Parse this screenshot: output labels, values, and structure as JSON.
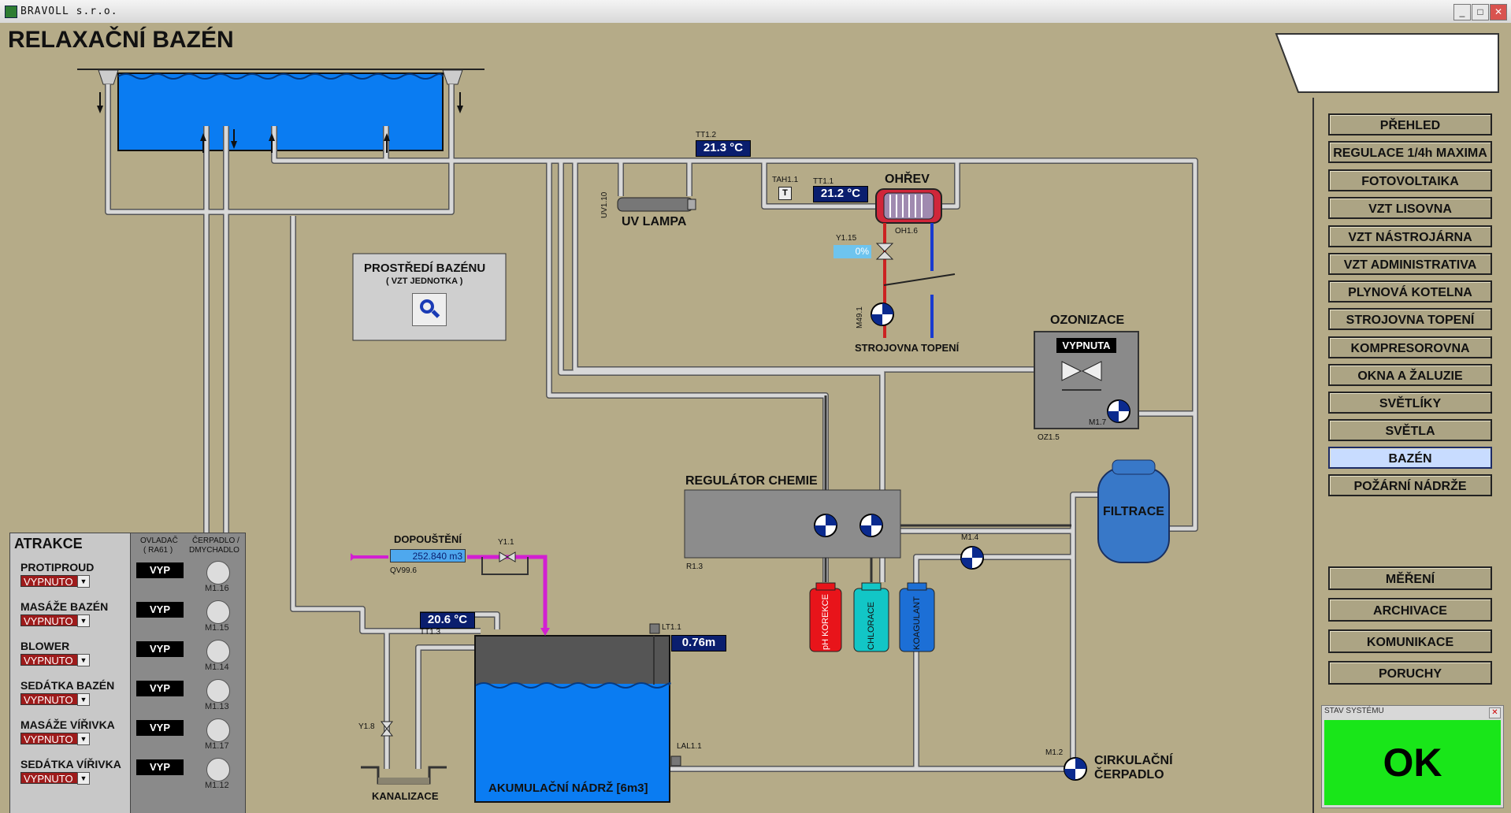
{
  "window": {
    "title": "BRAVOLL s.r.o.",
    "min": "_",
    "max": "□",
    "close": "✕"
  },
  "page_title": "RELAXAČNÍ BAZÉN",
  "nav": {
    "items": [
      {
        "label": "PŘEHLED"
      },
      {
        "label": "REGULACE 1/4h MAXIMA"
      },
      {
        "label": "FOTOVOLTAIKA"
      },
      {
        "label": "VZT LISOVNA"
      },
      {
        "label": "VZT NÁSTROJÁRNA"
      },
      {
        "label": "VZT ADMINISTRATIVA"
      },
      {
        "label": "PLYNOVÁ KOTELNA"
      },
      {
        "label": "STROJOVNA TOPENÍ"
      },
      {
        "label": "KOMPRESOROVNA"
      },
      {
        "label": "OKNA A ŽALUZIE"
      },
      {
        "label": "SVĚTLÍKY"
      },
      {
        "label": "SVĚTLA"
      },
      {
        "label": "BAZÉN",
        "active": true
      },
      {
        "label": "POŽÁRNÍ NÁDRŽE"
      }
    ],
    "bottom": [
      {
        "label": "MĚŘENÍ"
      },
      {
        "label": "ARCHIVACE"
      },
      {
        "label": "KOMUNIKACE"
      },
      {
        "label": "PORUCHY"
      }
    ]
  },
  "status": {
    "title": "STAV SYSTÉMU",
    "value": "OK",
    "close": "✕",
    "color": "#19e619"
  },
  "env_panel": {
    "title": "PROSTŘEDÍ BAZÉNU",
    "subtitle": "( VZT JEDNOTKA )",
    "icon": "magnifier-icon"
  },
  "sensors": {
    "tt12": {
      "tag": "TT1.2",
      "value": "21.3 °C"
    },
    "tt11": {
      "tag": "TT1.1",
      "value": "21.2 °C"
    },
    "tt13": {
      "tag": "TT1.3",
      "value": "20.6 °C"
    },
    "lt11": {
      "tag": "LT1.1",
      "value": "0.76m"
    },
    "tah11": {
      "tag": "TAH1.1",
      "symbol": "T"
    },
    "y115": {
      "tag": "Y1.15",
      "value": "0%"
    },
    "qv": {
      "tag": "QV99.6",
      "value": "252.840 m3"
    }
  },
  "labels": {
    "uv_lamp": "UV LAMPA",
    "uv_tag": "UV1.10",
    "heater": "OHŘEV",
    "heater_tag": "OH1.6",
    "strojovna": "STROJOVNA TOPENÍ",
    "m491": "M49.1",
    "ozonizace": "OZONIZACE",
    "vypnuta": "VYPNUTA",
    "m17": "M1.7",
    "oz15": "OZ1.5",
    "regulator": "REGULÁTOR CHEMIE",
    "r13": "R1.3",
    "filtrace": "FILTRACE",
    "m14": "M1.4",
    "dopousteni": "DOPOUŠTĚNÍ",
    "y11": "Y1.1",
    "y18": "Y1.8",
    "kanalizace": "KANALIZACE",
    "tank": "AKUMULAČNÍ NÁDRŽ [6m3]",
    "lal11": "LAL1.1",
    "m12": "M1.2",
    "circ1": "CIRKULAČNÍ",
    "circ2": "ČERPADLO",
    "chem1": "pH KOREKCE",
    "chem2": "CHLORACE",
    "chem3": "KOAGULANT"
  },
  "attractions": {
    "title": "ATRAKCE",
    "col1a": "OVLADAČ",
    "col1b": "( RA61 )",
    "col2a": "ČERPADLO /",
    "col2b": "DMYCHADLO",
    "rows": [
      {
        "name": "PROTIPROUD",
        "state": "VYPNUTO",
        "cmd": "VYP",
        "pump": "M1.16"
      },
      {
        "name": "MASÁŽE BAZÉN",
        "state": "VYPNUTO",
        "cmd": "VYP",
        "pump": "M1.15"
      },
      {
        "name": "BLOWER",
        "state": "VYPNUTO",
        "cmd": "VYP",
        "pump": "M1.14"
      },
      {
        "name": "SEDÁTKA BAZÉN",
        "state": "VYPNUTO",
        "cmd": "VYP",
        "pump": "M1.13"
      },
      {
        "name": "MASÁŽE VÍŘIVKA",
        "state": "VYPNUTO",
        "cmd": "VYP",
        "pump": "M1.17"
      },
      {
        "name": "SEDÁTKA VÍŘIVKA",
        "state": "VYPNUTO",
        "cmd": "VYP",
        "pump": "M1.12"
      }
    ]
  }
}
